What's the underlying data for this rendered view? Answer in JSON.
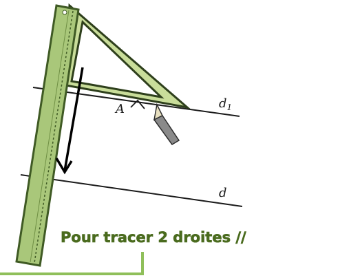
{
  "labels": {
    "point_a": "A",
    "line_d1_main": "d",
    "line_d1_sub": "1",
    "line_d": "d"
  },
  "caption": "Pour tracer 2 droites //",
  "colors": {
    "ruler_fill": "#a9c77a",
    "ruler_edge": "#3f5a24",
    "square_fill": "#c9dd9a",
    "caption": "#4a6b1e",
    "accent_border": "#8fbf5a",
    "line": "#1a1a1a"
  },
  "icons": [
    "pencil-icon",
    "down-arrow-icon"
  ]
}
